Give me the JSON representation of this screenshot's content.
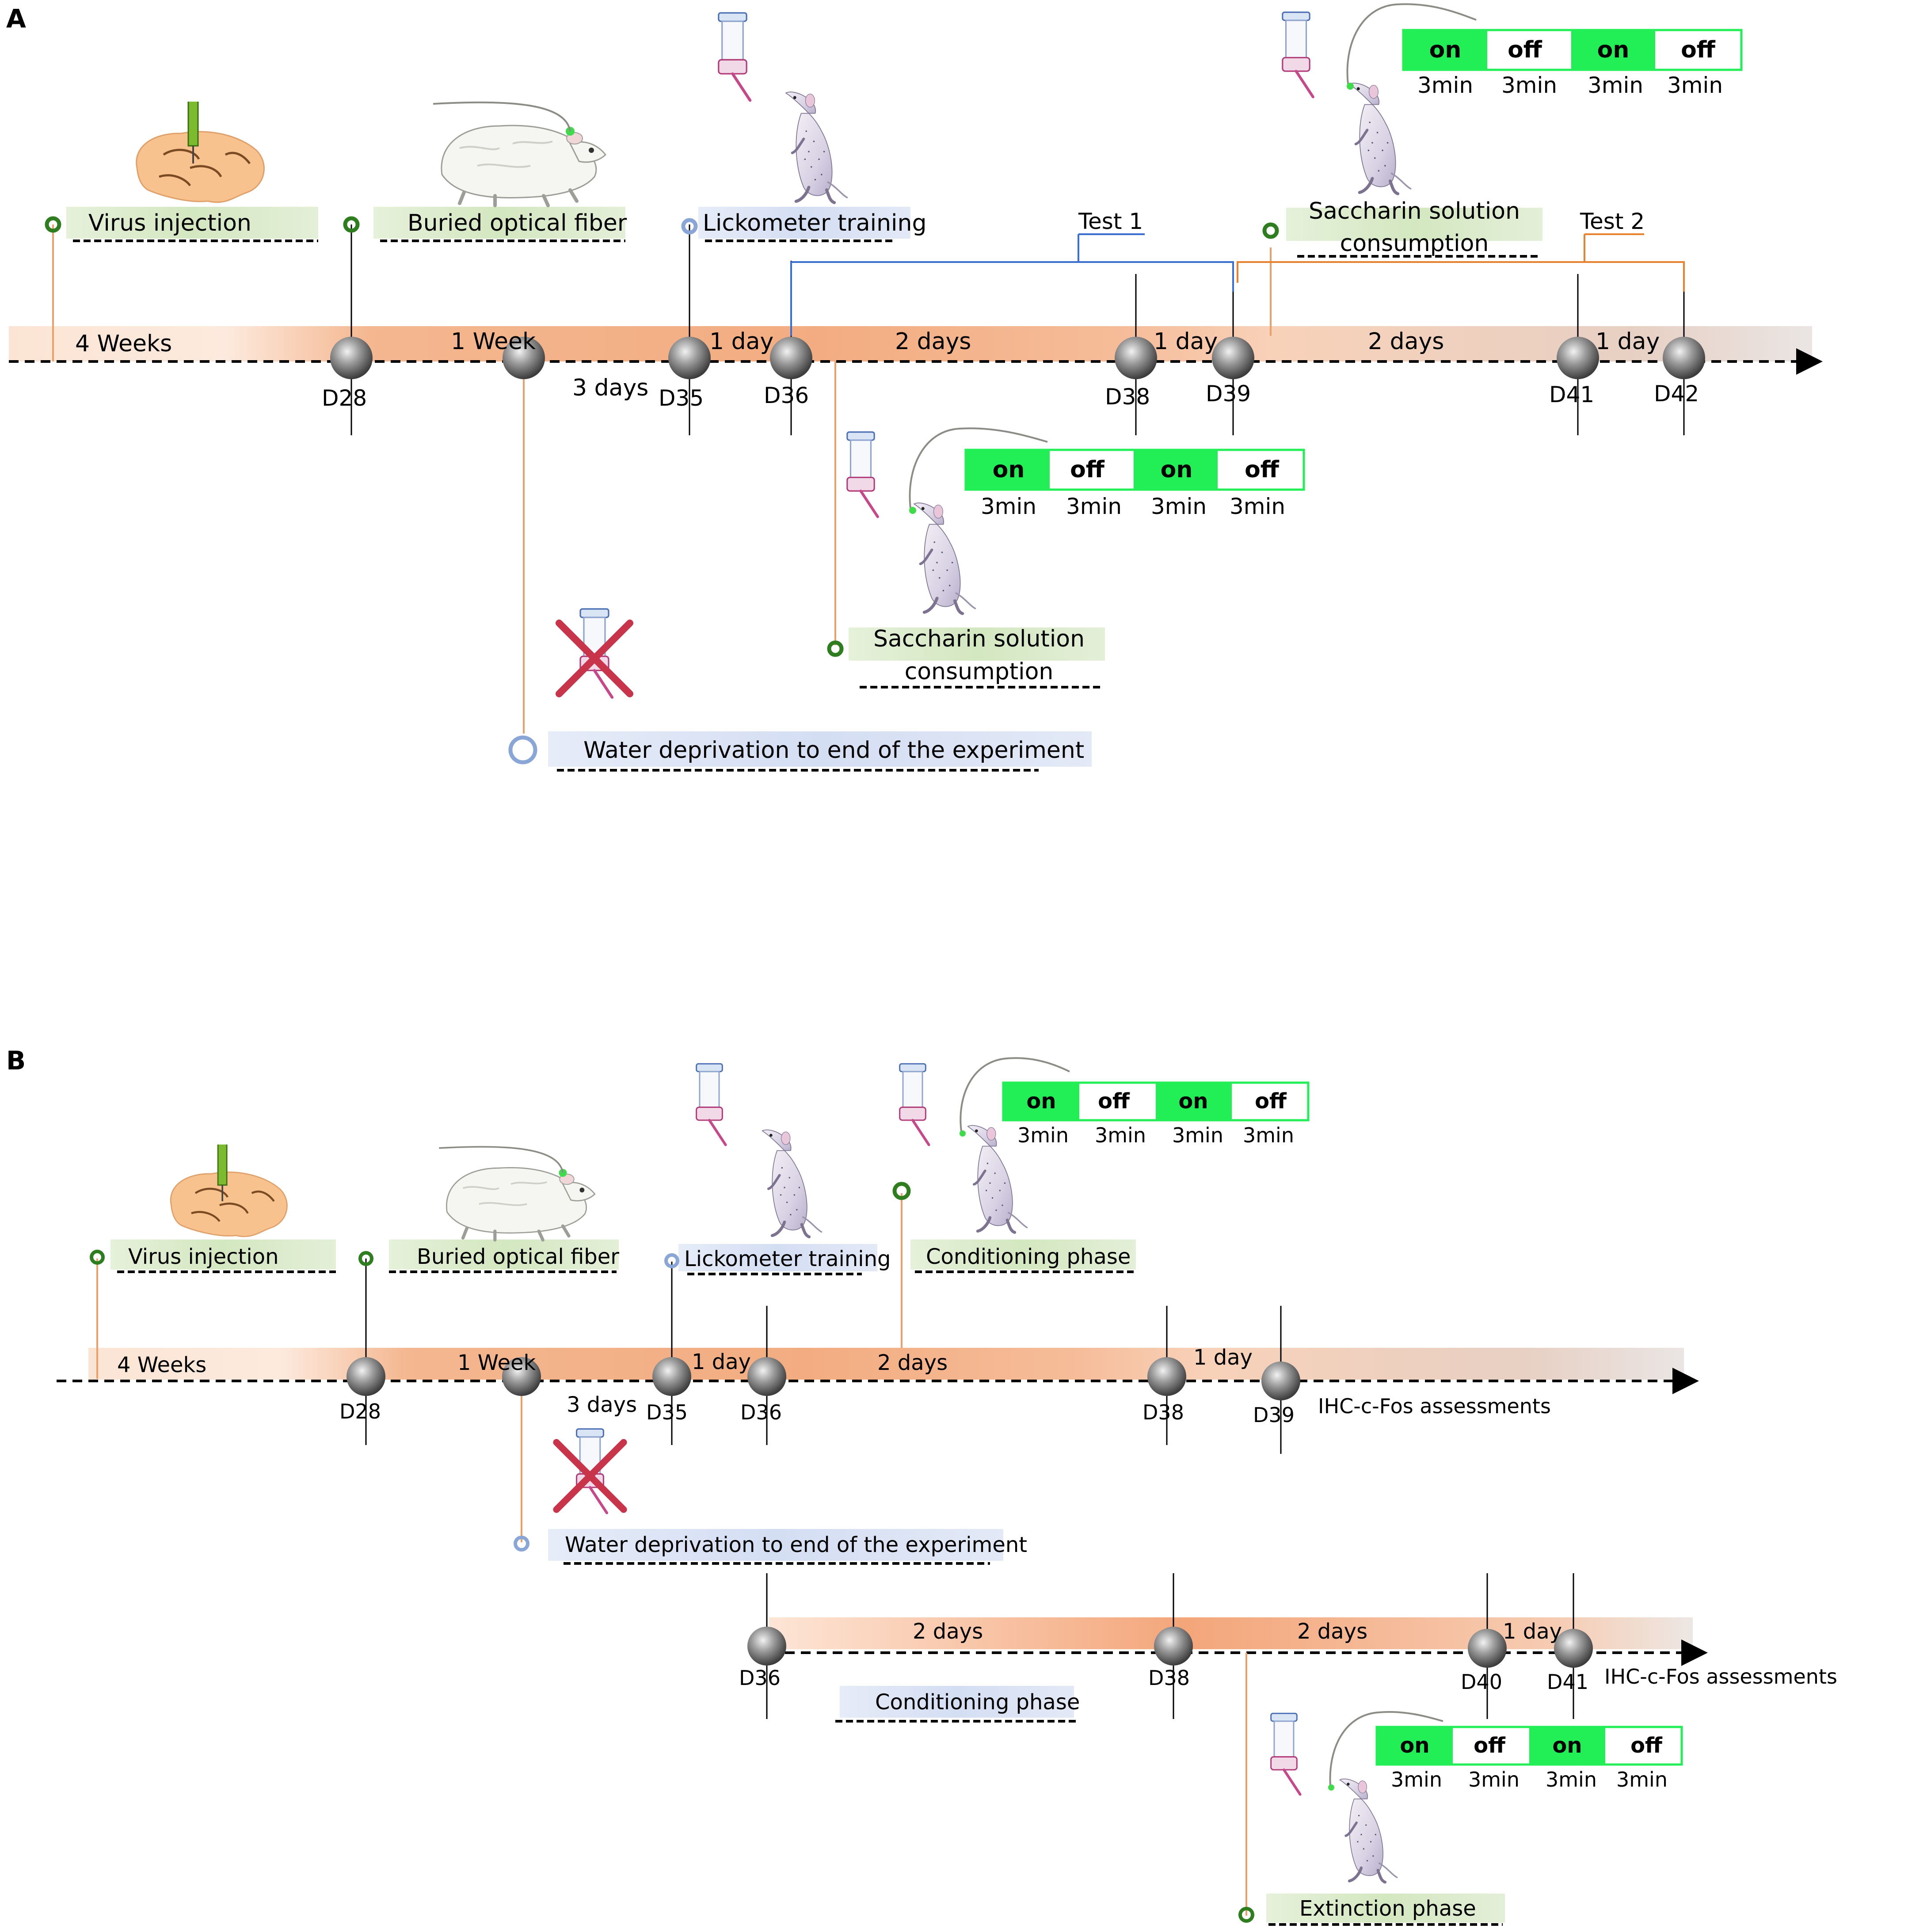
{
  "panelA": {
    "label": "A",
    "events": {
      "virus_injection": "Virus injection",
      "buried_optical_fiber": "Buried optical fiber",
      "lickometer_training": "Lickometer training",
      "saccharin_1_line1": "Saccharin solution",
      "saccharin_1_line2": "consumption",
      "saccharin_2_line1": "Saccharin solution",
      "saccharin_2_line2": "consumption",
      "water_deprivation": "Water deprivation to end of the experiment",
      "test1": "Test 1",
      "test2": "Test 2"
    },
    "durations": {
      "d4weeks": "4 Weeks",
      "d1week": "1 Week",
      "d3days": "3 days",
      "d1day_a": "1 day",
      "d2days_a": "2 days",
      "d1day_b": "1 day",
      "d2days_b": "2 days",
      "d1day_c": "1 day"
    },
    "days": {
      "d28": "D28",
      "d35": "D35",
      "d36": "D36",
      "d38": "D38",
      "d39": "D39",
      "d41": "D41",
      "d42": "D42"
    },
    "protocol_top": [
      "on",
      "off",
      "on",
      "off"
    ],
    "protocol_top_times": [
      "3min",
      "3min",
      "3min",
      "3min"
    ],
    "protocol_mid": [
      "on",
      "off",
      "on",
      "off"
    ],
    "protocol_mid_times": [
      "3min",
      "3min",
      "3min",
      "3min"
    ]
  },
  "panelB": {
    "label": "B",
    "events": {
      "virus_injection": "Virus injection",
      "buried_optical_fiber": "Buried optical fiber",
      "lickometer_training": "Lickometer training",
      "conditioning_phase_top": "Conditioning phase",
      "water_deprivation": "Water deprivation to end of the experiment",
      "conditioning_phase_bottom": "Conditioning phase",
      "extinction_phase": "Extinction phase",
      "ihc_top": "IHC-c-Fos assessments",
      "ihc_bottom": "IHC-c-Fos assessments"
    },
    "durations": {
      "d4weeks": "4 Weeks",
      "d1week": "1 Week",
      "d3days": "3 days",
      "d1day_a": "1 day",
      "d2days_a": "2 days",
      "d1day_b": "1 day",
      "d2days_c": "2 days",
      "d2days_d": "2 days",
      "d1day_c": "1 day"
    },
    "days": {
      "d28": "D28",
      "d35": "D35",
      "d36": "D36",
      "d38": "D38",
      "d39": "D39",
      "d36b": "D36",
      "d38b": "D38",
      "d40": "D40",
      "d41": "D41"
    },
    "protocol_top": [
      "on",
      "off",
      "on",
      "off"
    ],
    "protocol_top_times": [
      "3min",
      "3min",
      "3min",
      "3min"
    ],
    "protocol_bottom": [
      "on",
      "off",
      "on",
      "off"
    ],
    "protocol_bottom_times": [
      "3min",
      "3min",
      "3min",
      "3min"
    ]
  },
  "colors": {
    "timeline_band": "#f4a878",
    "on_green": "#22ee55",
    "event_green": "#2e7d1f",
    "event_blue": "#8aa6d6",
    "test1_line": "#3a6fd0",
    "test2_line": "#e9822f",
    "cross": "#c8344a"
  },
  "icons": [
    "brain-syringe-icon",
    "rat-with-fiber-icon",
    "rat-drinking-icon",
    "water-bottle-icon",
    "cross-icon",
    "milestone-sphere-icon"
  ]
}
